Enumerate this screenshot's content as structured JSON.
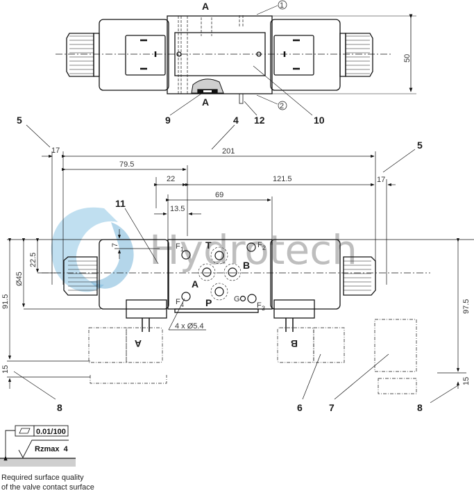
{
  "watermark": {
    "text": "Hydrotech",
    "logo_color": "#8cc4e4"
  },
  "top_view": {
    "section_labels": [
      "A",
      "A"
    ],
    "circled_labels": [
      "①",
      "②"
    ],
    "height_dim": "50",
    "callouts": [
      "9",
      "12",
      "10",
      "4"
    ]
  },
  "front_view": {
    "dims": {
      "overall": "201",
      "left_ext": "17",
      "right_ext": "17",
      "left_to_center": "79.5",
      "offset_22": "22",
      "right_121": "121.5",
      "width_69": "69",
      "offset_13": "13.5",
      "pin_7": "7",
      "half_height": "22.5",
      "diameter": "Ø45",
      "height_left": "91.5",
      "height_right": "97.5",
      "connector_left": "15",
      "connector_right": "15",
      "holes": "4 x Ø5.4"
    },
    "ports": {
      "T": "T",
      "A": "A",
      "B": "B",
      "P": "P",
      "G": "G",
      "F1": "F",
      "F2": "F",
      "F3": "F",
      "F4": "F"
    },
    "port_subs": {
      "F1": "1",
      "F2": "2",
      "F3": "3",
      "F4": "4"
    },
    "solenoid_labels": {
      "left": "A",
      "right": "B"
    },
    "callouts": {
      "c5_left": "5",
      "c5_right": "5",
      "c11": "11",
      "c6": "6",
      "c7": "7",
      "c8_left": "8",
      "c8_right": "8",
      "c4": "4"
    }
  },
  "surface_quality": {
    "flatness": "0.01/100",
    "roughness": "Rzmax  4",
    "caption_line1": "Required surface quality",
    "caption_line2": "of the valve contact surface"
  }
}
